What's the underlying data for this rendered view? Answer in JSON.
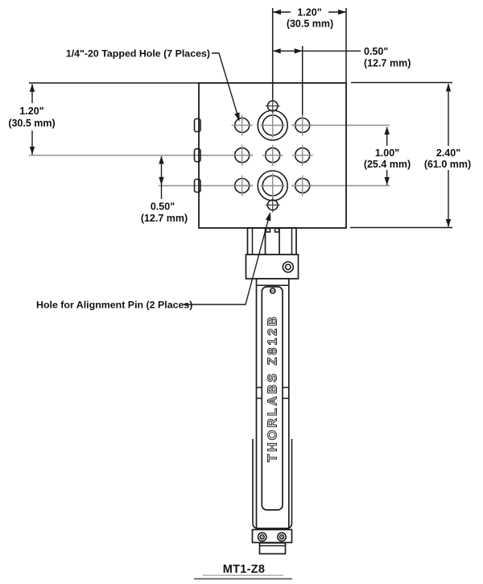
{
  "drawing": {
    "callouts": {
      "tapped_hole": "1/4\"-20 Tapped Hole (7 Places)",
      "alignment_pin": "Hole for Alignment Pin (2 Places)"
    },
    "dims": {
      "top_width_in": "1.20\"",
      "top_width_mm": "(30.5 mm)",
      "top_offset_in": "0.50\"",
      "top_offset_mm": "(12.7 mm)",
      "left_height_in": "1.20\"",
      "left_height_mm": "(30.5 mm)",
      "left_offset_in": "0.50\"",
      "left_offset_mm": "(12.7 mm)",
      "hole_spacing_in": "1.00\"",
      "hole_spacing_mm": "(25.4 mm)",
      "overall_height_in": "2.40\"",
      "overall_height_mm": "(61.0 mm)"
    },
    "motor": {
      "label": "THORLABS Z812B"
    },
    "footer": {
      "part_number": "MT1-Z8"
    },
    "colors": {
      "outline": "#1c1c1c",
      "extension_line": "#8f8f8f",
      "background": "#ffffff"
    }
  }
}
